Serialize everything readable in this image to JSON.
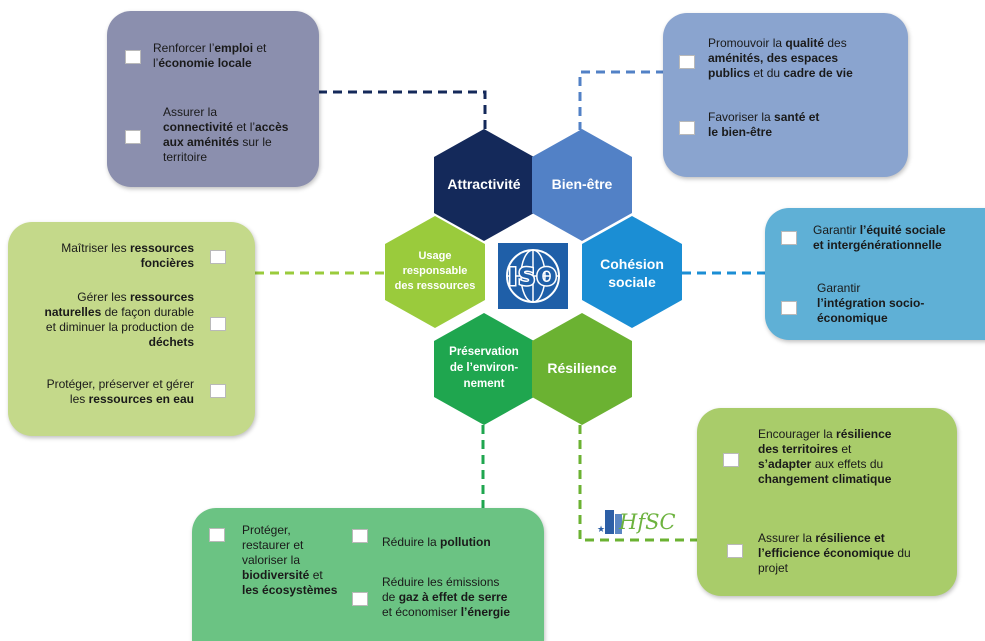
{
  "colors": {
    "slate": "#8b8fae",
    "steel": "#8aa4cf",
    "sky": "#5fb0d6",
    "lime": "#c4d98a",
    "green": "#6bc383",
    "leaf": "#a9cc6a",
    "navy": "#14295a",
    "blue": "#5281c6",
    "cyan": "#1b8ed4",
    "green_hex": "#9acb3c",
    "emerald": "#1fa64f",
    "grass": "#6bb232"
  },
  "hexagons": {
    "attractivite": "Attractivité",
    "bien_etre": "Bien-être",
    "cohesion_1": "Cohésion",
    "cohesion_2": "sociale",
    "usage_1": "Usage",
    "usage_2": "responsable",
    "usage_3": "des ressources",
    "preservation_1": "Préservation",
    "preservation_2": "de l’environ-",
    "preservation_3": "nement",
    "resilience": "Résilience",
    "center_logo": "ISO"
  },
  "hfsc_logo": "HfSC",
  "boxes": {
    "top_left": {
      "i1": [
        "Renforcer l’",
        "emploi",
        " et",
        "l’",
        "économie locale"
      ],
      "i2": [
        "Assurer la",
        "connectivité",
        " et l’",
        "accès",
        "aux aménités",
        " sur le",
        "territoire"
      ]
    },
    "top_right": {
      "i1": [
        "Promouvoir la ",
        "qualité",
        " des",
        "aménités,  des espaces",
        "publics",
        " et du ",
        "cadre de vie"
      ],
      "i2": [
        "Favoriser la ",
        "santé et",
        "le bien-être"
      ]
    },
    "right": {
      "i1": [
        "Garantir ",
        "l’équité sociale",
        "et intergénérationnelle"
      ],
      "i2": [
        "Garantir",
        "l’intégration socio-",
        "économique"
      ]
    },
    "left": {
      "i1": [
        "Maîtriser les ",
        "ressources",
        "foncières"
      ],
      "i2": [
        "Gérer les ",
        "ressources",
        "naturelles",
        " de façon durable",
        "et diminuer la production de",
        "déchets"
      ],
      "i3": [
        "Protéger, préserver et gérer",
        "les ",
        "ressources en eau"
      ]
    },
    "bottom": {
      "i1": [
        "Protéger,",
        "restaurer et",
        "valoriser la",
        "biodiversité",
        " et",
        "les écosystèmes"
      ],
      "i2": [
        "Réduire la ",
        "pollution"
      ],
      "i3": [
        "Réduire les émissions",
        "de ",
        "gaz à effet de serre",
        "et économiser ",
        "l’énergie"
      ]
    },
    "bottom_right": {
      "i1": [
        "Encourager la ",
        "résilience",
        "des territoires",
        " et",
        "s’adapter",
        " aux effets du",
        "changement climatique"
      ],
      "i2": [
        "Assurer la ",
        "résilience et",
        "l’efficience économique",
        " du",
        "projet"
      ]
    }
  }
}
